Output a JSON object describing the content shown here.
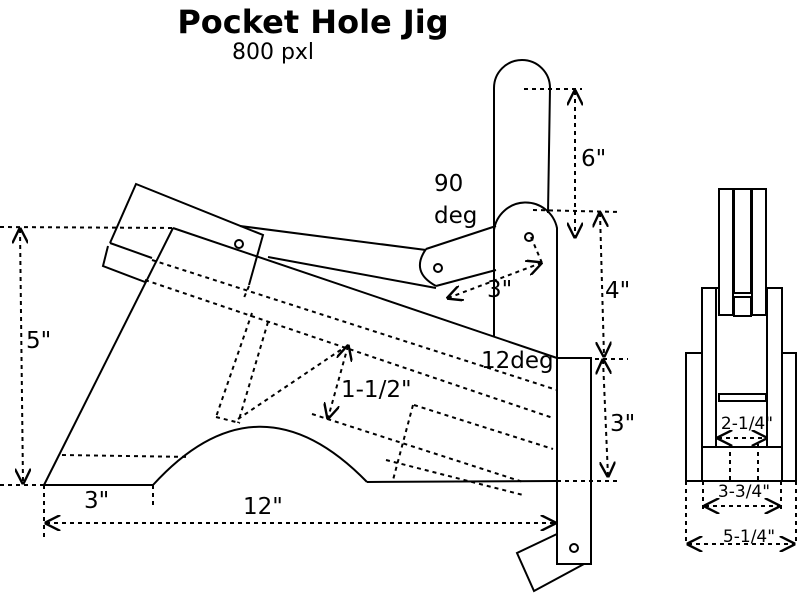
{
  "title": "Pocket Hole Jig",
  "subtitle": "800 pxl",
  "labels": {
    "angle_top": "90",
    "angle_bottom": "deg",
    "dim_6": "6\"",
    "dim_3_top": "3\"",
    "dim_4": "4\"",
    "dim_5": "5\"",
    "dim_12deg": "12deg",
    "dim_1_5": "1-1/2\"",
    "dim_3_right": "3\"",
    "dim_3_bottom": "3\"",
    "dim_12": "12\""
  },
  "side_view": {
    "dim_2_25": "2-1/4\"",
    "dim_3_75": "3-3/4\"",
    "dim_5_25": "5-1/4\""
  }
}
